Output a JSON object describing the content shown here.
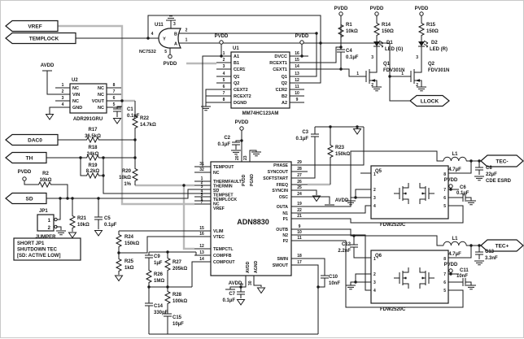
{
  "flags": {
    "vref": "VREF",
    "templock": "TEMPLOCK",
    "dac0": "DAC0",
    "th": "TH",
    "sd": "SD",
    "tec_m": "TEC-",
    "tec_p": "TEC+",
    "llock": "LLOCK"
  },
  "pwr": {
    "pvdd": "PVDD",
    "avdd": "AVDD"
  },
  "u11": {
    "ref": "U11",
    "part": "NC7S32",
    "y": "Y",
    "n_out": "4",
    "n_top": "3",
    "n_bot": "5",
    "a": "A",
    "n_a": "1",
    "b": "B",
    "n_b": "2"
  },
  "u1": {
    "ref": "U1",
    "part": "MM74HC123AM",
    "left": [
      {
        "n": "1",
        "l": "A1"
      },
      {
        "n": "2",
        "l": "B1"
      },
      {
        "n": "3",
        "l": "CLR1"
      },
      {
        "n": "4",
        "l": "Q1"
      },
      {
        "n": "5",
        "l": "Q2"
      },
      {
        "n": "6",
        "l": "CEXT2"
      },
      {
        "n": "7",
        "l": "RCEXT2"
      },
      {
        "n": "8",
        "l": "DGND"
      }
    ],
    "right": [
      {
        "n": "16",
        "l": "DVCC"
      },
      {
        "n": "15",
        "l": "RCEXT1"
      },
      {
        "n": "14",
        "l": "CEXT1"
      },
      {
        "n": "13",
        "l": "Q1"
      },
      {
        "n": "12",
        "l": "Q2"
      },
      {
        "n": "11",
        "l": "CLR2"
      },
      {
        "n": "10",
        "l": "B2"
      },
      {
        "n": "9",
        "l": "A2"
      }
    ]
  },
  "u2": {
    "ref": "U2",
    "part": "ADR291GRU",
    "left": [
      {
        "n": "1",
        "l": "NC"
      },
      {
        "n": "2",
        "l": "VIN"
      },
      {
        "n": "3",
        "l": "NC"
      },
      {
        "n": "4",
        "l": "GND"
      }
    ],
    "right": [
      {
        "n": "8",
        "l": "NC"
      },
      {
        "n": "7",
        "l": "NC"
      },
      {
        "n": "6",
        "l": "VOUT"
      },
      {
        "n": "5",
        "l": "NC"
      }
    ]
  },
  "u3": {
    "part": "ADN8830",
    "left": [
      {
        "n": "31",
        "l": "TEMPOUT"
      },
      {
        "n": "32",
        "l": "NC"
      },
      {
        "n": "1",
        "l": "THERMFAULT"
      },
      {
        "n": "2",
        "l": "THERMIN"
      },
      {
        "n": "3",
        "l": "SD"
      },
      {
        "n": "4",
        "l": "TEMPSET"
      },
      {
        "n": "5",
        "l": "TEMPLOCK"
      },
      {
        "n": "6",
        "l": "NC"
      },
      {
        "n": "7",
        "l": "VREF"
      },
      {
        "n": "15",
        "l": "VLIM"
      },
      {
        "n": "16",
        "l": "VTEC"
      },
      {
        "n": "12",
        "l": "TEMPCTL"
      },
      {
        "n": "13",
        "l": "COMPFB"
      },
      {
        "n": "14",
        "l": "COMPOUT"
      }
    ],
    "right": [
      {
        "n": "29",
        "l": "PHASE"
      },
      {
        "n": "28",
        "l": "SYNCOUT"
      },
      {
        "n": "27",
        "l": "SOFTSTART"
      },
      {
        "n": "26",
        "l": "FREQ"
      },
      {
        "n": "25",
        "l": "SYNCIN"
      },
      {
        "n": "24",
        "l": "OSC"
      },
      {
        "n": "19",
        "l": "OUTA"
      },
      {
        "n": "22",
        "l": "N1"
      },
      {
        "n": "21",
        "l": "P1"
      },
      {
        "n": "9",
        "l": "OUTB"
      },
      {
        "n": "10",
        "l": "N2"
      },
      {
        "n": "11",
        "l": "P2"
      },
      {
        "n": "18",
        "l": "SWIN"
      },
      {
        "n": "17",
        "l": "SWOUT"
      }
    ],
    "top": [
      {
        "n": "20",
        "l": "PVDD"
      },
      {
        "n": "23",
        "l": "PGND"
      }
    ],
    "bottom": [
      {
        "n": "8",
        "l": "AVDD"
      },
      {
        "n": "30",
        "l": "AGND"
      }
    ]
  },
  "q1": {
    "ref": "Q1",
    "part": "FDV301N",
    "d": "3",
    "g": "1",
    "s": "2"
  },
  "q2": {
    "ref": "Q2",
    "part": "FDV301N",
    "d": "3",
    "g": "1",
    "s": "2"
  },
  "q5": {
    "ref": "Q5",
    "part": "FDW2520C",
    "lp": [
      "1",
      "2",
      "3",
      "4"
    ],
    "rp": [
      "8",
      "7",
      "6",
      "5"
    ]
  },
  "q6": {
    "ref": "Q6",
    "part": "FDW2520C",
    "lp": [
      "1",
      "2",
      "3",
      "4"
    ],
    "rp": [
      "8",
      "7",
      "6",
      "5"
    ]
  },
  "d1": {
    "ref": "D1",
    "label": "LED (G)"
  },
  "d2": {
    "ref": "D2",
    "label": "LED (R)"
  },
  "r": {
    "r1": {
      "ref": "R1",
      "v": "10kΩ"
    },
    "r2": {
      "ref": "R2",
      "v": "10kΩ"
    },
    "r14": {
      "ref": "R14",
      "v": "150Ω"
    },
    "r15": {
      "ref": "R15",
      "v": "150Ω"
    },
    "r17": {
      "ref": "R17",
      "v": "36.5kΩ"
    },
    "r18": {
      "ref": "R18",
      "v": "24kΩ"
    },
    "r19": {
      "ref": "R19",
      "v": "8.2kΩ"
    },
    "r20": {
      "ref": "R20",
      "v": "10kΩ",
      "tol": "1%"
    },
    "r21": {
      "ref": "R21",
      "v": "10kΩ"
    },
    "r22": {
      "ref": "R22",
      "v": "14.7kΩ"
    },
    "r23": {
      "ref": "R23",
      "v": "150kΩ"
    },
    "r24": {
      "ref": "R24",
      "v": "150kΩ"
    },
    "r25": {
      "ref": "R25",
      "v": "1kΩ"
    },
    "r26": {
      "ref": "R26",
      "v": "1MΩ"
    },
    "r27": {
      "ref": "R27",
      "v": "205kΩ"
    },
    "r28": {
      "ref": "R28",
      "v": "100kΩ"
    }
  },
  "c": {
    "c1": {
      "ref": "C1",
      "v": "0.1µF"
    },
    "c2": {
      "ref": "C2",
      "v": "0.1µF"
    },
    "c3": {
      "ref": "C3",
      "v": "0.1µF"
    },
    "c4": {
      "ref": "C4",
      "v": "0.1µF"
    },
    "c5": {
      "ref": "C5",
      "v": "0.1µF"
    },
    "c6": {
      "ref": "C6",
      "v": "0.1µF"
    },
    "c7": {
      "ref": "C7",
      "v": "0.1µF"
    },
    "c8": {
      "ref": "C8",
      "v": "22µF",
      "note": "CDE ESRD"
    },
    "c9": {
      "ref": "C9",
      "v": "1µF"
    },
    "c10": {
      "ref": "C10",
      "v": "10nF"
    },
    "c11": {
      "ref": "C11",
      "v": "10nF"
    },
    "c12": {
      "ref": "C12",
      "v": "2.2nF"
    },
    "c13": {
      "ref": "C13",
      "v": "3.3nF"
    },
    "c14": {
      "ref": "C14",
      "v": "330pF"
    },
    "c15": {
      "ref": "C15",
      "v": "10µF"
    }
  },
  "l": {
    "l1a": {
      "ref": "L1",
      "v": "4.7µF"
    },
    "l1b": {
      "ref": "L1",
      "v": "4.7µF"
    }
  },
  "jp1": {
    "ref": "JP1",
    "label": "JUMPER",
    "p1": "1",
    "p2": "2"
  },
  "note": {
    "l1": "SHORT JP1",
    "l2": "SHUTDOWN TEC",
    "l3": "[SD: ACTIVE LOW]"
  }
}
